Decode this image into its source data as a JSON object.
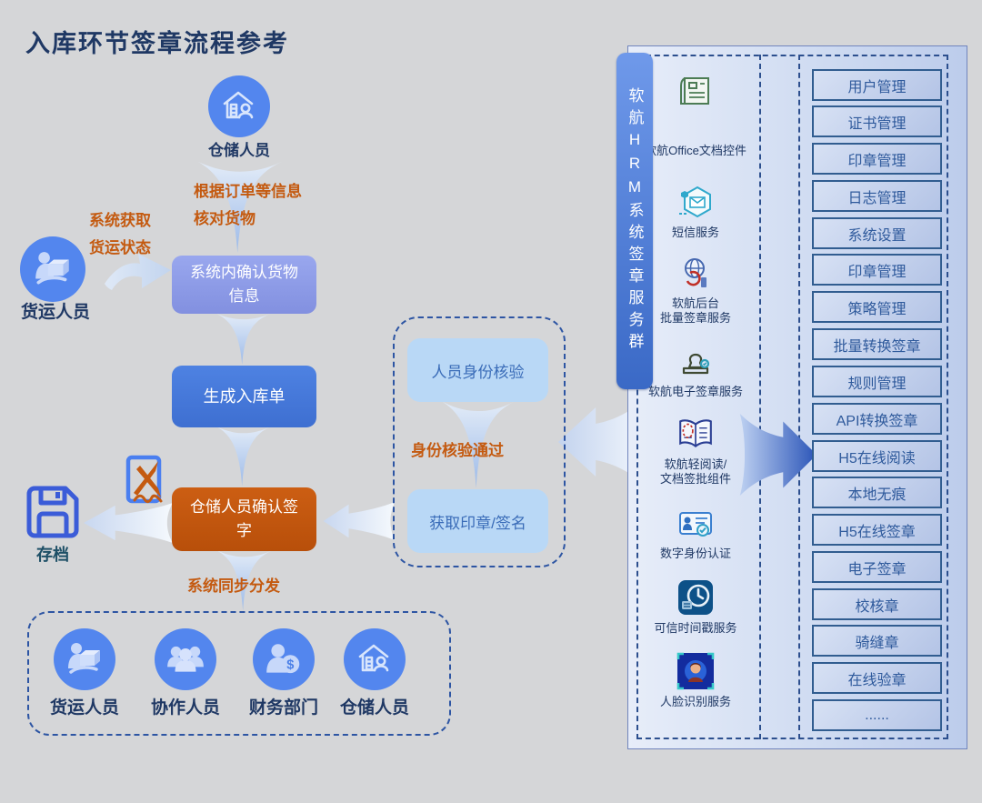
{
  "title": "入库环节签章流程参考",
  "colors": {
    "navy": "#1f3864",
    "accent_orange": "#c45a10",
    "node_blue": "#5386ee",
    "confirm_box_bg": "#8d9ce8",
    "generate_box_bg": "#4677d8",
    "sign_box_bg": "#c2560e",
    "light_box_bg": "#b9d8f6",
    "dash_border": "#2d55a3",
    "bar_blue": "#4a77d2"
  },
  "flow": {
    "warehouse_label": "仓储人员",
    "check_line1": "根据订单等信息",
    "check_line2": "核对货物",
    "status_line1": "系统获取",
    "status_line2": "货运状态",
    "freight_label": "货运人员",
    "confirm_box": "系统内确认货物信息",
    "generate_box": "生成入库单",
    "sign_box": "仓储人员确认签字",
    "archive_label": "存档",
    "distribute_label": "系统同步分发"
  },
  "verify": {
    "identity_box": "人员身份核验",
    "pass_label": "身份核验通过",
    "seal_box": "获取印章/签名"
  },
  "recipients": [
    {
      "label": "货运人员"
    },
    {
      "label": "协作人员"
    },
    {
      "label": "财务部门"
    },
    {
      "label": "仓储人员"
    }
  ],
  "panel": {
    "bar_title": "软航HRM系统签章服务群",
    "services": [
      {
        "label": "软航Office文档控件"
      },
      {
        "label": "短信服务"
      },
      {
        "label": "软航后台\n批量签章服务"
      },
      {
        "label": "软航电子签章服务"
      },
      {
        "label": "软航轻阅读/\n文档签批组件"
      },
      {
        "label": "数字身份认证"
      },
      {
        "label": "可信时间戳服务"
      },
      {
        "label": "人脸识别服务"
      }
    ],
    "buttons": [
      {
        "label": "用户管理"
      },
      {
        "label": "证书管理"
      },
      {
        "label": "印章管理"
      },
      {
        "label": "日志管理"
      },
      {
        "label": "系统设置"
      },
      {
        "label": "印章管理"
      },
      {
        "label": "策略管理"
      },
      {
        "label": "批量转换签章"
      },
      {
        "label": "规则管理"
      },
      {
        "label": "API转换签章"
      },
      {
        "label": "H5在线阅读"
      },
      {
        "label": "本地无痕"
      },
      {
        "label": "H5在线签章"
      },
      {
        "label": "电子签章"
      },
      {
        "label": "校核章"
      },
      {
        "label": "骑缝章"
      },
      {
        "label": "在线验章"
      },
      {
        "label": "......"
      }
    ]
  }
}
